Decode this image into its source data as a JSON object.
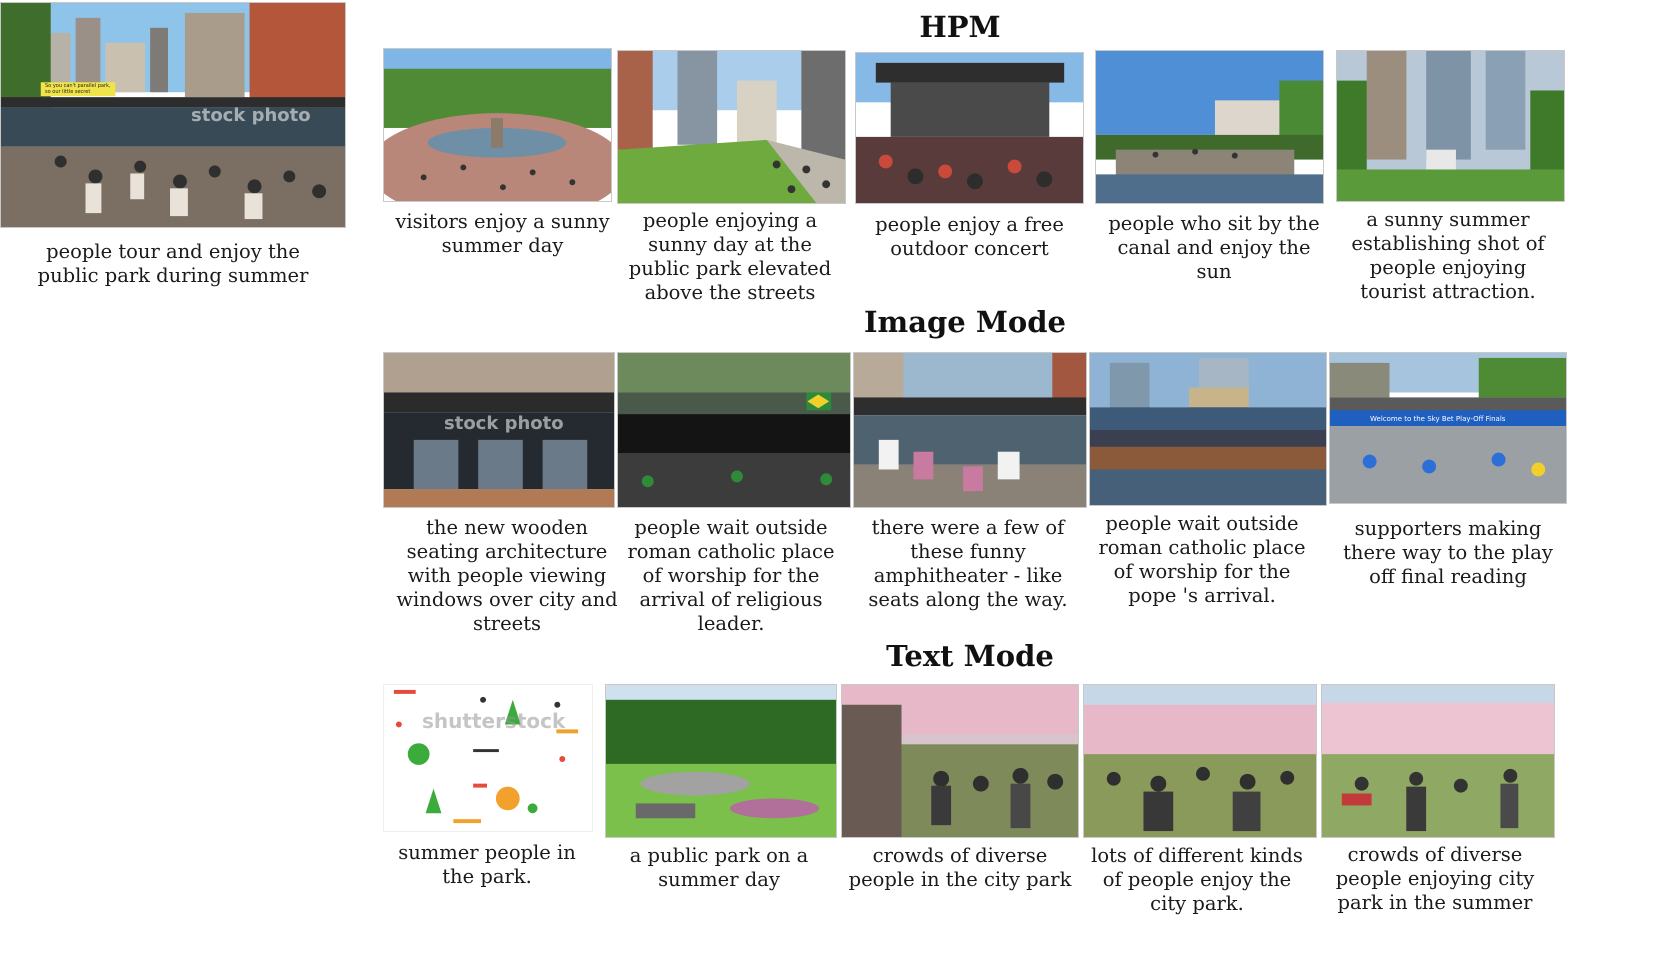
{
  "query": {
    "caption": "people tour and enjoy the public park during summer",
    "sign_text": "So you can't parallel park, so our little secret"
  },
  "sections": [
    {
      "title": "HPM",
      "captions": [
        "visitors enjoy a sunny summer day",
        "people enjoying a sunny day at the public park elevated above the streets",
        "people enjoy a free outdoor concert",
        "people who sit by the canal and enjoy the sun",
        "a sunny summer establishing shot of people enjoying tourist attraction."
      ]
    },
    {
      "title": "Image Mode",
      "captions": [
        "the new wooden seating architecture with people viewing windows over city and streets",
        "people wait outside roman catholic place of worship for the arrival of religious leader.",
        "there were a few of these funny amphitheater - like seats along the way.",
        "people wait outside roman catholic place of worship for the pope 's arrival.",
        "supporters making there way to the play off final reading"
      ],
      "banner_text": "Welcome to the Sky Bet Play-Off Finals"
    },
    {
      "title": "Text Mode",
      "captions": [
        "summer people in the park.",
        "a public park on a summer day",
        "crowds of diverse people in the city park",
        "lots of different kinds of people enjoy the city park.",
        "crowds of diverse people enjoying city park in the summer"
      ]
    }
  ],
  "watermarks": {
    "stock": "stock photo",
    "shutterstock": "shutterstock"
  },
  "colors": {
    "sky": "#6fa8dc",
    "grass": "#5a9a3a",
    "tree": "#3f7a2a",
    "building": "#8b5a3c",
    "crowd": "#3a3a3a",
    "water": "#4a6d8c",
    "blossom": "#e6b8c8"
  }
}
